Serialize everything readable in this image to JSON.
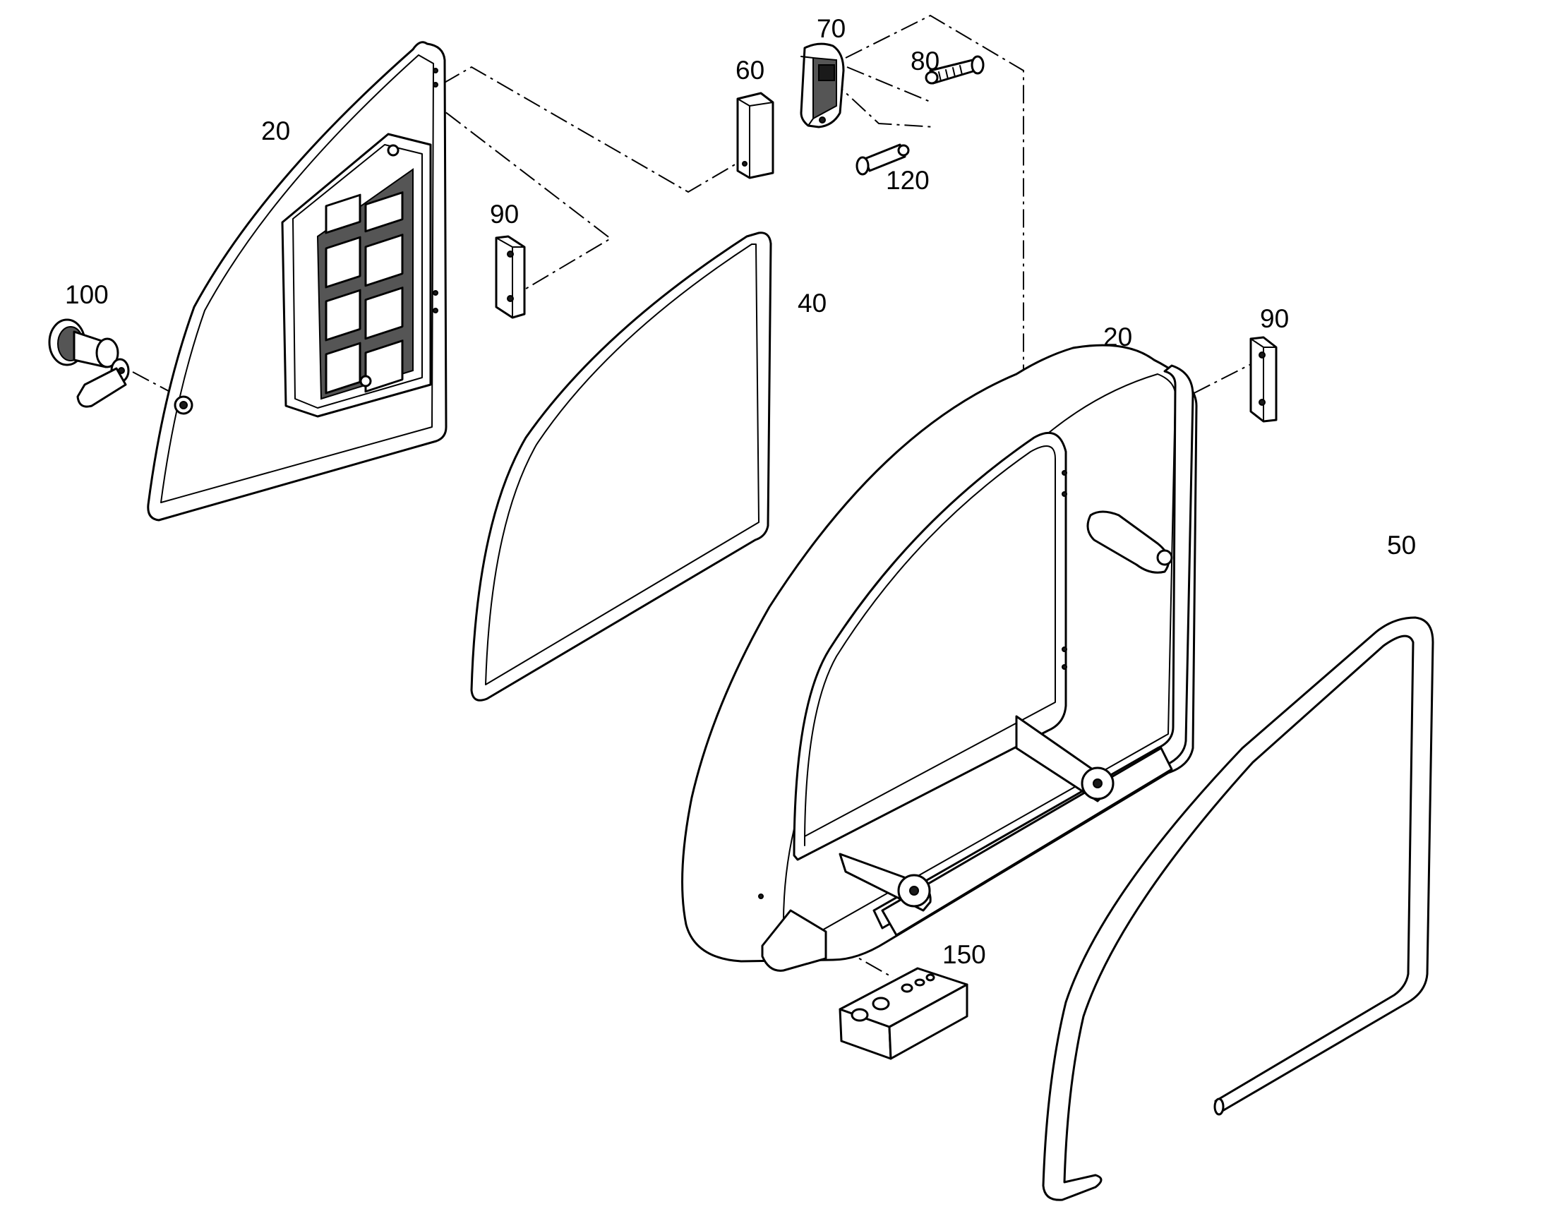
{
  "diagram": {
    "callouts": [
      {
        "id": "side-panel-left",
        "label": "20"
      },
      {
        "id": "side-panel-right",
        "label": "20"
      },
      {
        "id": "seal-40",
        "label": "40"
      },
      {
        "id": "seal-50",
        "label": "50"
      },
      {
        "id": "block-60",
        "label": "60"
      },
      {
        "id": "hinge-70",
        "label": "70"
      },
      {
        "id": "screw-80",
        "label": "80"
      },
      {
        "id": "plate-90-top",
        "label": "90"
      },
      {
        "id": "plate-90-right",
        "label": "90"
      },
      {
        "id": "lock-100",
        "label": "100"
      },
      {
        "id": "screw-120",
        "label": "120"
      },
      {
        "id": "block-150",
        "label": "150"
      }
    ]
  }
}
